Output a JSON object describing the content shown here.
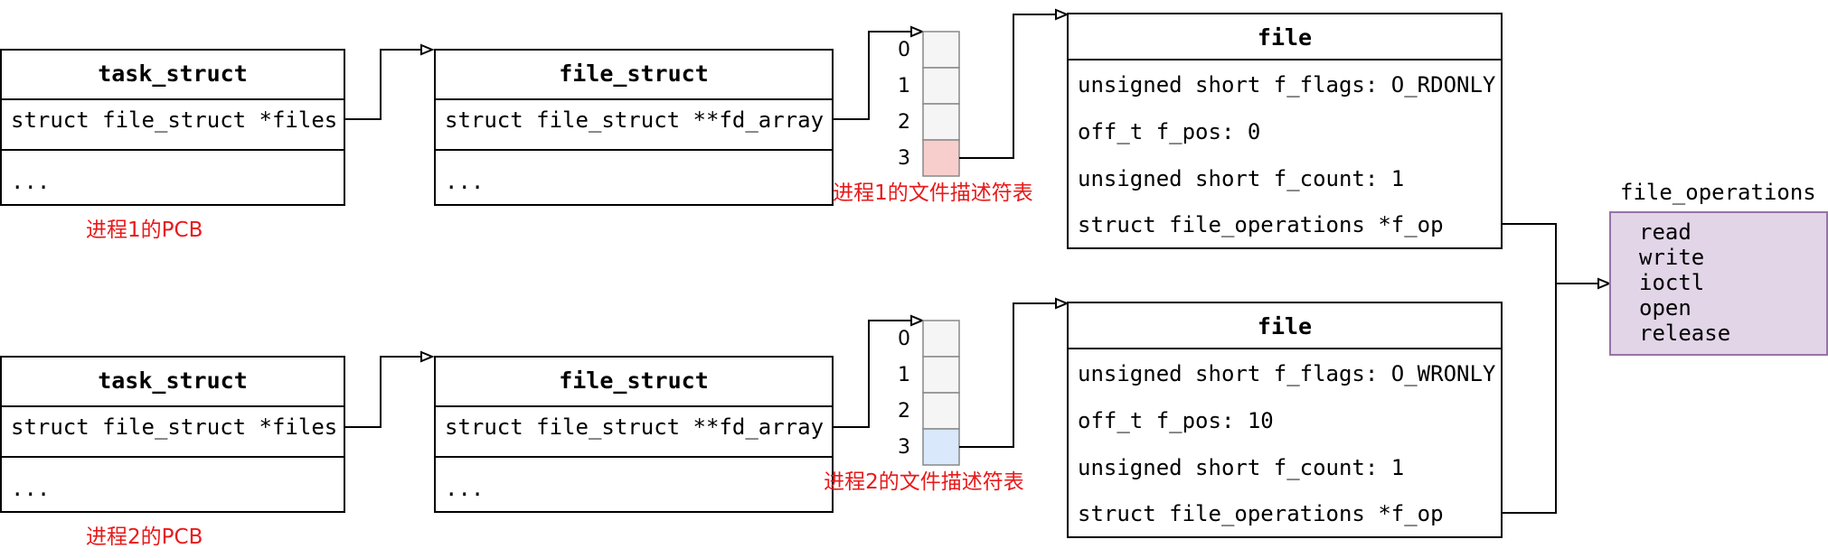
{
  "process1": {
    "task": {
      "title": "task_struct",
      "field": "struct file_struct *files",
      "more": "..."
    },
    "filestruct": {
      "title": "file_struct",
      "field": "struct file_struct **fd_array",
      "more": "..."
    },
    "pcb_label": "进程1的PCB",
    "fdtable": {
      "indices": [
        "0",
        "1",
        "2",
        "3"
      ],
      "highlight_index": 3,
      "highlight_color": "#f8cecc",
      "label": "进程1的文件描述符表"
    },
    "file": {
      "title": "file",
      "fields": [
        "unsigned short f_flags: O_RDONLY",
        "off_t f_pos: 0",
        "unsigned short f_count: 1",
        "struct file_operations *f_op"
      ]
    }
  },
  "process2": {
    "task": {
      "title": "task_struct",
      "field": "struct file_struct *files",
      "more": "..."
    },
    "filestruct": {
      "title": "file_struct",
      "field": "struct file_struct **fd_array",
      "more": "..."
    },
    "pcb_label": "进程2的PCB",
    "fdtable": {
      "indices": [
        "0",
        "1",
        "2",
        "3"
      ],
      "highlight_index": 3,
      "highlight_color": "#dae8fc",
      "label": "进程2的文件描述符表"
    },
    "file": {
      "title": "file",
      "fields": [
        "unsigned short f_flags: O_WRONLY",
        "off_t f_pos: 10",
        "unsigned short f_count: 1",
        "struct file_operations *f_op"
      ]
    }
  },
  "file_operations": {
    "title": "file_operations",
    "items": [
      "read",
      "write",
      "ioctl",
      "open",
      "release"
    ],
    "fill_color": "#e1d5e7",
    "border_color": "#9673a6"
  },
  "colors": {
    "annotation": "#e8191a",
    "empty_cell": "#f5f5f5"
  }
}
